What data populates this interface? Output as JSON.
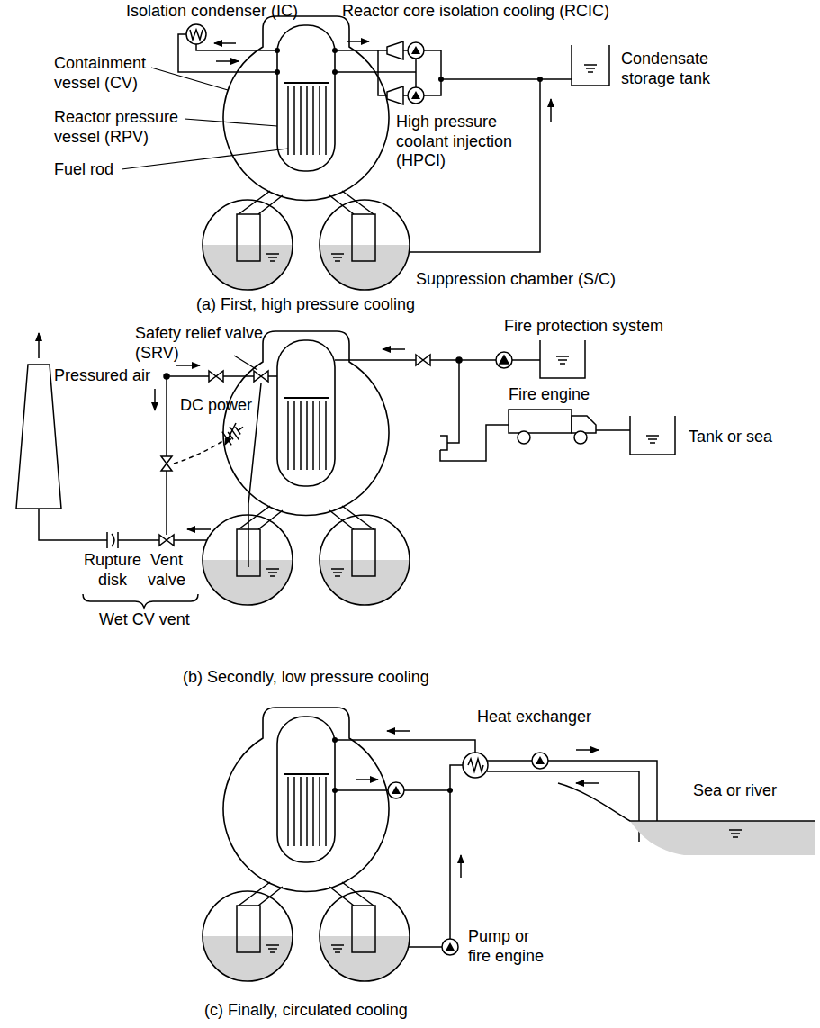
{
  "diagram": {
    "labels": [
      "Isolation condenser (IC)",
      "Reactor core isolation cooling (RCIC)",
      "Containment vessel (CV)",
      "Reactor pressure vessel (RPV)",
      "Fuel rod",
      "High pressure coolant injection (HPCI)",
      "Condensate storage tank",
      "Suppression chamber (S/C)",
      "(a) First, high pressure cooling",
      "Safety relief valve (SRV)",
      "Pressured air",
      "DC power",
      "Fire protection system",
      "Fire engine",
      "Tank or sea",
      "Rupture disk",
      "Vent valve",
      "Wet CV vent",
      "(b) Secondly, low pressure cooling",
      "Heat exchanger",
      "Sea or river",
      "Pump or fire engine",
      "(c) Finally, circulated cooling"
    ]
  }
}
